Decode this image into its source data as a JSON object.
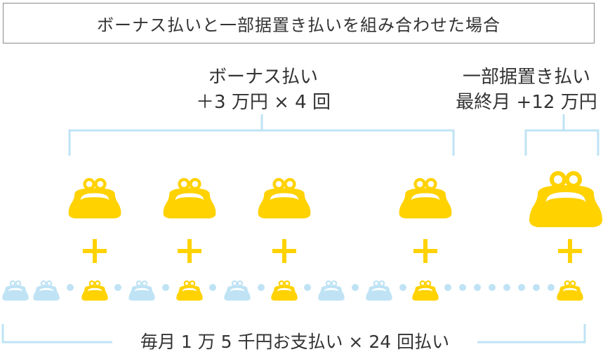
{
  "title": "ボーナス払いと一部据置き払いを組み合わせた場合",
  "bonus_label": {
    "line1": "ボーナス払い",
    "line2": "＋3 万円 × 4 回"
  },
  "deferred_label": {
    "line1": "一部据置き払い",
    "line2": "最終月 +12 万円"
  },
  "monthly_label": "毎月 1 万 5 千円お支払い × 24 回払い",
  "colors": {
    "yellow": "#ffd200",
    "light_blue": "#bfe3f5",
    "gray_text": "#333333",
    "border": "#8a8a8a"
  },
  "icons": {
    "purse": "coin-purse-icon",
    "plus": "plus-icon",
    "dot": "dot-icon"
  }
}
